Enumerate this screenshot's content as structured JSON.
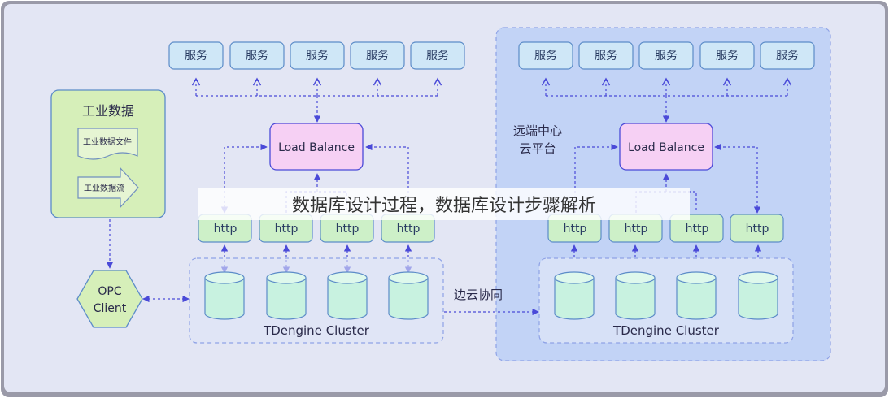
{
  "services_left": [
    "服务",
    "服务",
    "服务",
    "服务",
    "服务"
  ],
  "services_right": [
    "服务",
    "服务",
    "服务",
    "服务",
    "服务"
  ],
  "load_balance_left": "Load Balance",
  "load_balance_right": "Load Balance",
  "http_left": [
    "http",
    "http",
    "http",
    "http"
  ],
  "http_right": [
    "http",
    "http",
    "http",
    "http"
  ],
  "industrial": {
    "title": "工业数据",
    "file_label": "工业数据文件",
    "stream_label": "工业数据流"
  },
  "opc_client": [
    "OPC",
    "Client"
  ],
  "cluster_left_label": "TDengine Cluster",
  "cluster_right_label": "TDengine Cluster",
  "edge_cloud_label": "边云协同",
  "remote_center": [
    "远端中心",
    "云平台"
  ],
  "overlay_title": "数据库设计过程，数据库设计步骤解析",
  "colors": {
    "service_fill": "#cfe7f7",
    "lb_fill": "#f6d0f4",
    "http_fill": "#cdf0c8",
    "db_fill": "#c8f2e0",
    "industrial_fill": "#d6efb9",
    "cloud_panel": "#c2d3f6",
    "arrow": "#4a4ad8"
  }
}
